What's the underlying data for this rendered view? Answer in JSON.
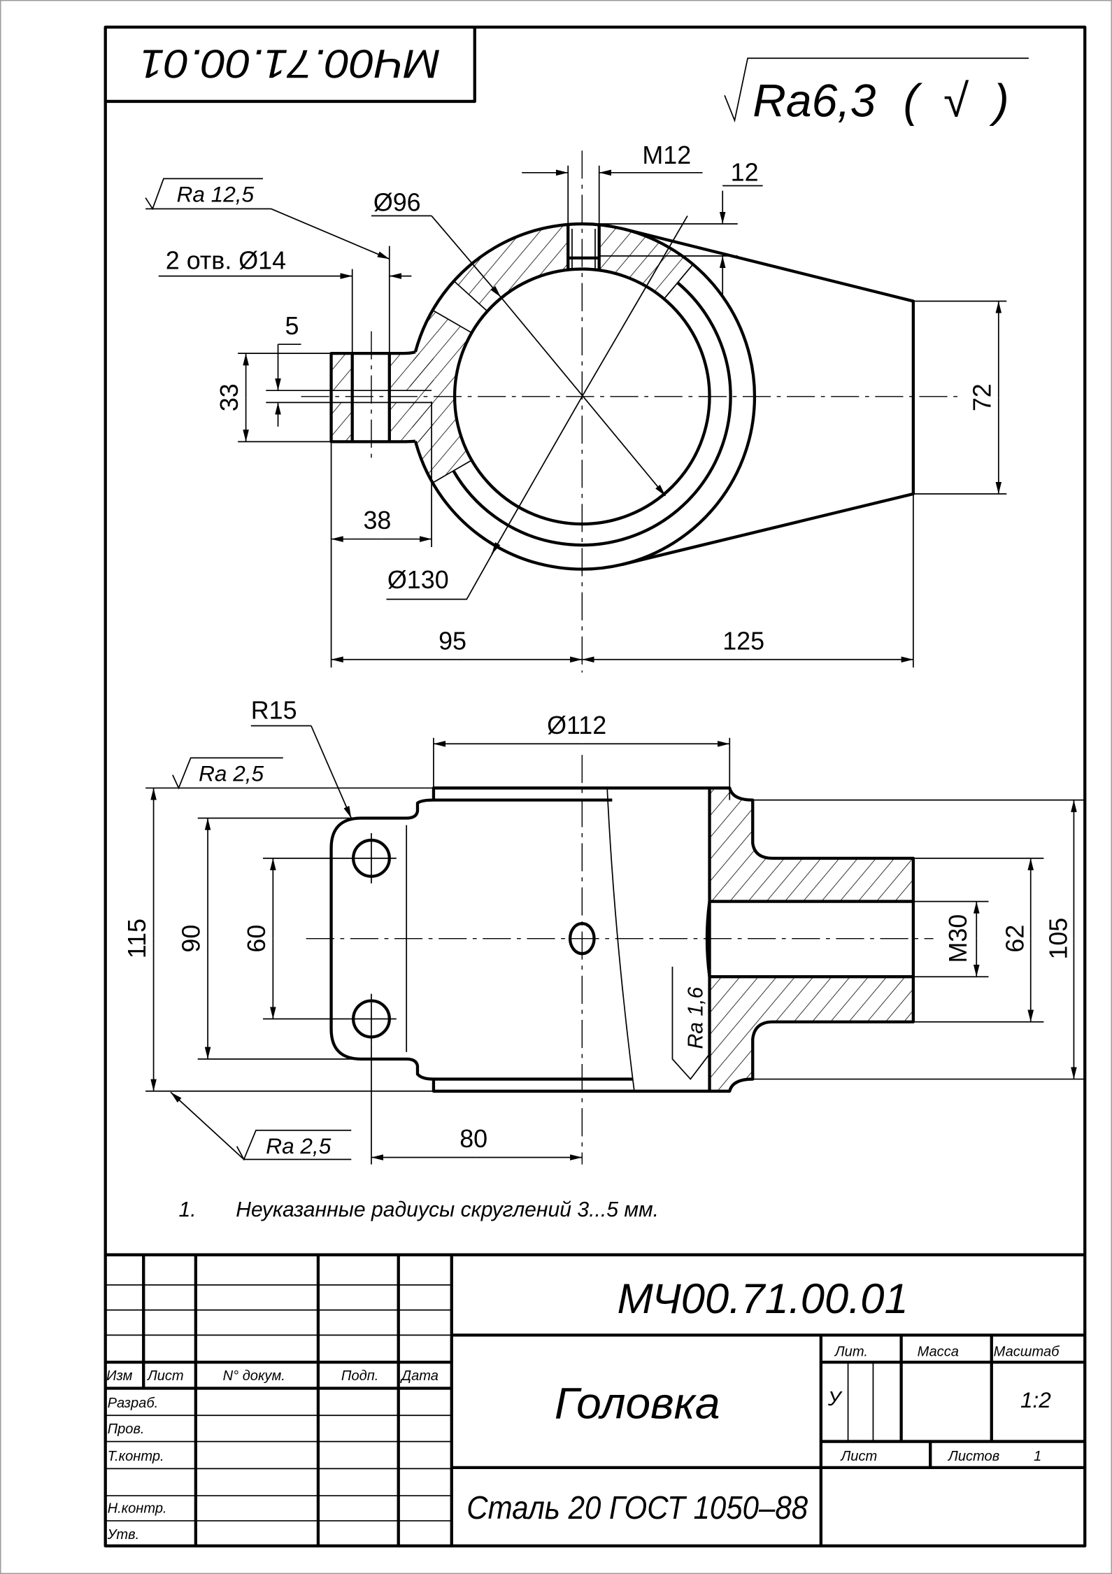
{
  "drawing": {
    "doc_number_rotated": "МЧ00.71.00.01",
    "general_roughness": "Ra6,3",
    "general_roughness_suffix": "( √ )",
    "top_view": {
      "thread_top": "M12",
      "thread_depth": "12",
      "bore_diameter": "Ø96",
      "roughness_holes": "Ra 12,5",
      "holes_note": "2 отв. Ø14",
      "slot_width": "5",
      "lug_height": "33",
      "lug_length": "38",
      "outer_diameter": "Ø130",
      "left_length": "95",
      "right_length": "125",
      "boss_height": "72"
    },
    "front_view": {
      "fillet_radius": "R15",
      "ring_diameter": "Ø112",
      "roughness_top": "Ra 2,5",
      "total_height": "115",
      "flange_height": "90",
      "hole_spacing": "60",
      "roughness_bore": "Ra 1,6",
      "bore_thread": "M30",
      "boss_diameter": "62",
      "face_height": "105",
      "hole_offset": "80",
      "roughness_bottom": "Ra 2,5"
    },
    "notes": [
      {
        "num": "1.",
        "text": "Неуказанные радиусы скруглений 3...5 мм."
      }
    ]
  },
  "title_block": {
    "headers": [
      "Изм",
      "Лист",
      "N° докум.",
      "Подп.",
      "Дата"
    ],
    "roles": [
      "Разраб.",
      "Пров.",
      "Т.контр.",
      "Н.контр.",
      "Утв."
    ],
    "doc_number": "МЧ00.71.00.01",
    "part_name": "Головка",
    "material": "Сталь 20  ГОСТ 1050–88",
    "lit_label": "Лит.",
    "mass_label": "Масса",
    "scale_label": "Масштаб",
    "lit_value": "У",
    "scale_value": "1:2",
    "sheet_label": "Лист",
    "sheets_label": "Листов",
    "sheets_count": "1"
  }
}
